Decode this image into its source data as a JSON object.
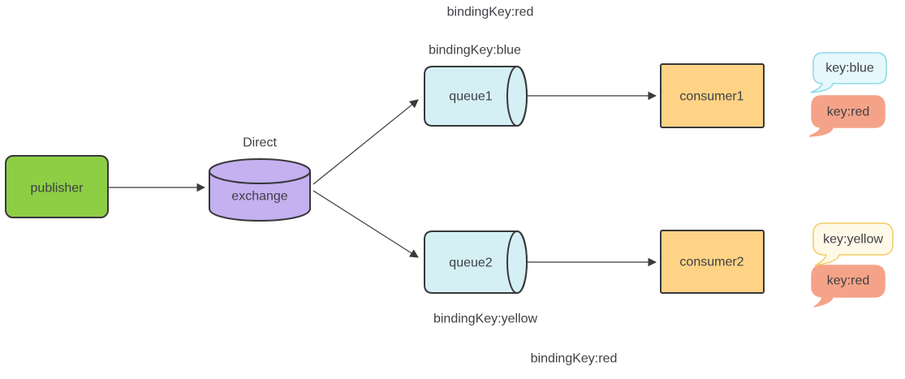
{
  "diagram": {
    "nodes": {
      "publisher": {
        "label": "publisher"
      },
      "exchange": {
        "label": "exchange",
        "type_label": "Direct"
      },
      "queue1": {
        "label": "queue1"
      },
      "queue2": {
        "label": "queue2"
      },
      "consumer1": {
        "label": "consumer1"
      },
      "consumer2": {
        "label": "consumer2"
      }
    },
    "binding_labels": {
      "top": "bindingKey:red",
      "queue1": "bindingKey:blue",
      "queue2": "bindingKey:yellow",
      "bottom": "bindingKey:red"
    },
    "bubbles": {
      "consumer1": [
        {
          "label": "key:blue",
          "style": "blue"
        },
        {
          "label": "key:red",
          "style": "red"
        }
      ],
      "consumer2": [
        {
          "label": "key:yellow",
          "style": "yellow"
        },
        {
          "label": "key:red",
          "style": "red"
        }
      ]
    },
    "edges": [
      {
        "from": "publisher",
        "to": "exchange"
      },
      {
        "from": "exchange",
        "to": "queue1"
      },
      {
        "from": "exchange",
        "to": "queue2"
      },
      {
        "from": "queue1",
        "to": "consumer1"
      },
      {
        "from": "queue2",
        "to": "consumer2"
      }
    ],
    "colors": {
      "publisher_fill": "#8DCE45",
      "exchange_fill": "#C5B0F0",
      "queue_fill": "#D4F0F5",
      "consumer_fill": "#FFD385",
      "bubble_blue_fill": "#E6F8FB",
      "bubble_blue_border": "#8ED8E8",
      "bubble_red_fill": "#F5A388",
      "bubble_yellow_fill": "#FFF9E8",
      "bubble_yellow_border": "#F2CB66",
      "shape_border": "#38383A",
      "arrow": "#3B3B3B",
      "text": "#3F3F45"
    }
  }
}
